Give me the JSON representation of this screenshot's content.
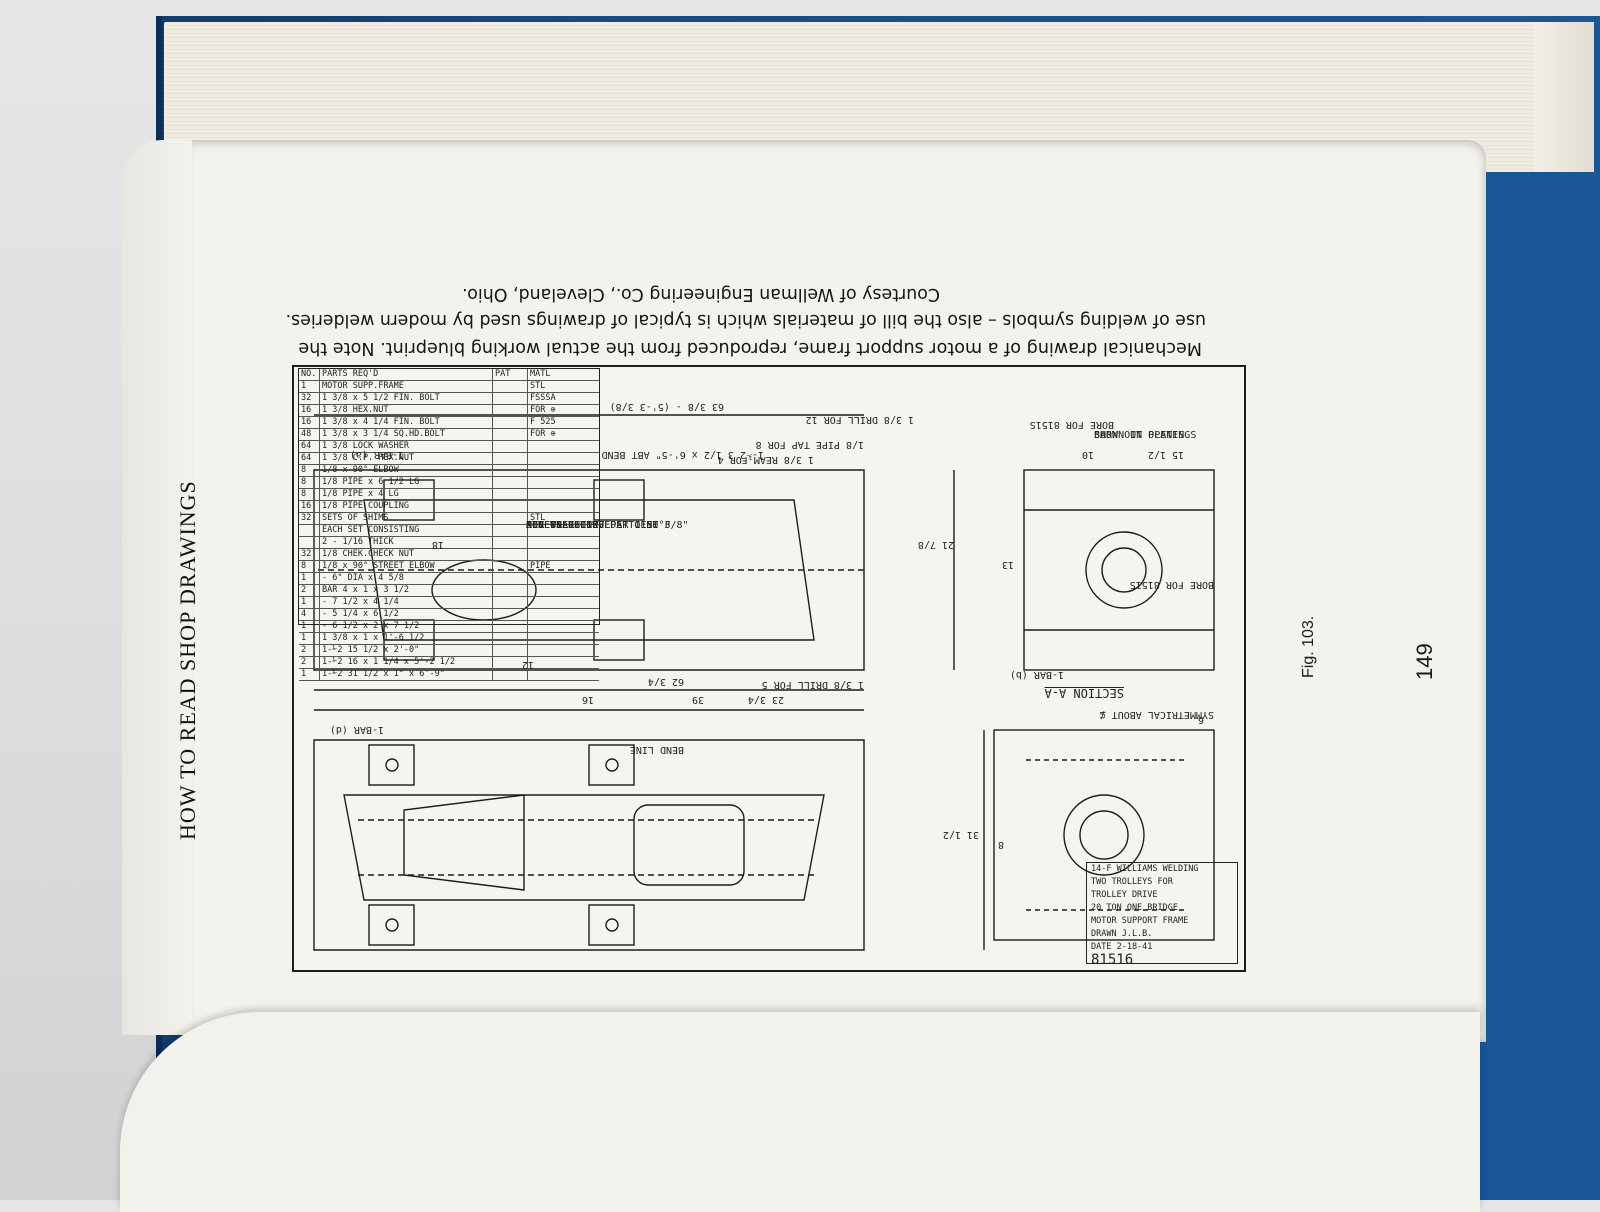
{
  "book": {
    "running_head": "HOW TO READ SHOP DRAWINGS",
    "page_number": "149",
    "figure_label": "Fig. 103."
  },
  "caption": {
    "line1": "Mechanical drawing of a motor support frame, reproduced from the actual working blueprint.  Note the",
    "line2": "use of welding symbols – also the bill of materials which is typical of drawings used by modern welderies.",
    "line3": "Courtesy of Wellman Engineering Co., Cleveland, Ohio."
  },
  "drawing": {
    "notes": [
      "NOTE",
      "ALL WELDS 100 PER CENT",
      "PENETRATION",
      "STRESS RELIEVE AT 1150°F",
      "FOR ONE HOUR",
      "ALL FILLET WELDS TO BE 3/8\""
    ],
    "burn_note": [
      "BURN OUT OPENINGS",
      "SHOWN IN PLATES",
      "\"A\""
    ],
    "section_label": "SECTION A-A",
    "bend_line": "BEND LINE",
    "labels": {
      "ibar_a": "1-BAR (a)",
      "ibar_b": "1-BAR (b)",
      "ibar_d": "1-BAR (d)",
      "ream": "1 3/8 REAM FOR 4",
      "bore1": "BORE FOR 8151S",
      "bore2": "BORE FOR 8151S",
      "pipe_tap": "1/8 PIPE TAP FOR 8",
      "drill1": "1 3/8 DRILL FOR 12",
      "drill2": "1 3/8 DRILL FOR 5",
      "symmetrical": "SYMMETRICAL ABOUT ⊈",
      "bend": "1-⅟2 3 1/2 x 6'-5\" ABT BEND",
      "dim_39": "39",
      "dim_62": "62 3/4",
      "dim_63": "63 3/8 - (5'-3 3/8)",
      "dim_23": "23 3/4",
      "dim_16": "16",
      "dim_12": "12",
      "dim_8": "8",
      "dim_13": "13",
      "dim_15": "15 1/2",
      "dim_10": "10",
      "dim_6": "6",
      "dim_31": "31 1/2",
      "dim_21": "21 7/8",
      "dim_18": "18"
    },
    "title_block": [
      "TWO TROLLEYS FOR",
      "TROLLEY DRIVE",
      "20 TON ONE BRIDGE",
      "MOTOR SUPPORT FRAME",
      "DRAWN  J.L.B.",
      "DATE  2-18-41"
    ],
    "drawing_number": "81516",
    "client": "14-F  WILLIAMS WELDING",
    "bom_header": [
      "NO.",
      "PARTS REQ'D",
      "PAT NO.",
      "MATL"
    ],
    "bom_rows": [
      [
        "1",
        "MOTOR SUPP.FRAME",
        "",
        "STL"
      ],
      [
        "32",
        "1 3/8 x 5 1/2 FIN. BOLT",
        "",
        "FSSSA"
      ],
      [
        "16",
        "1 3/8 HEX.NUT",
        "",
        "FOR ⊕"
      ],
      [
        "16",
        "1 3/8 x 4 1/4 FIN. BOLT",
        "",
        "F 525"
      ],
      [
        "48",
        "1 3/8 x 3 1/4 SQ.HD.BOLT",
        "",
        "FOR ⊕"
      ],
      [
        "64",
        "1 3/8 LOCK WASHER",
        "",
        ""
      ],
      [
        "64",
        "1 3/8 C.P. HEX.NUT",
        "",
        ""
      ],
      [
        "8",
        "1/8 x 90° ELBOW",
        "",
        ""
      ],
      [
        "8",
        "1/8 PIPE x 6 1/2 LG",
        "",
        ""
      ],
      [
        "8",
        "1/8 PIPE x 4 LG",
        "",
        ""
      ],
      [
        "16",
        "1/8 PIPE COUPLING",
        "",
        ""
      ],
      [
        "32",
        "SETS OF SHIMS",
        "",
        "STL"
      ],
      [
        "",
        "EACH SET CONSISTING",
        "",
        ""
      ],
      [
        "",
        "2 - 1/16 THICK",
        "",
        ""
      ],
      [
        "32",
        "1/8 CHEK.CHECK NUT",
        "",
        ""
      ],
      [
        "8",
        "1/8 x 90° STREET ELBOW",
        "",
        "PIPE"
      ],
      [
        "1",
        "- 6\" DIA x 4 5/8",
        "",
        ""
      ],
      [
        "2",
        "BAR 4 x 1 x 3 1/2",
        "",
        ""
      ],
      [
        "1",
        "- 7 1/2 x 4 1/4",
        "",
        ""
      ],
      [
        "4",
        "- 5 1/4 x 6 1/2",
        "",
        ""
      ],
      [
        "1",
        "- 6 1/2 x 2 x 7 1/2",
        "",
        ""
      ],
      [
        "1",
        "1 3/8 x 1 x 1'-6 1/2",
        "",
        ""
      ],
      [
        "2",
        "1-⅟2 15 1/2 x 2'-0\"",
        "",
        ""
      ],
      [
        "2",
        "1-⅟2 16 x 1 1/4 x 5'-2 1/2",
        "",
        ""
      ],
      [
        "1",
        "1-⅟2 31 1/2 x 1\" x 6'-9\"",
        "",
        ""
      ]
    ]
  },
  "colors": {
    "cover": "#175290",
    "paper": "#f4f2ec",
    "ink": "#1d1d1d",
    "background": "#dcdcdc"
  }
}
